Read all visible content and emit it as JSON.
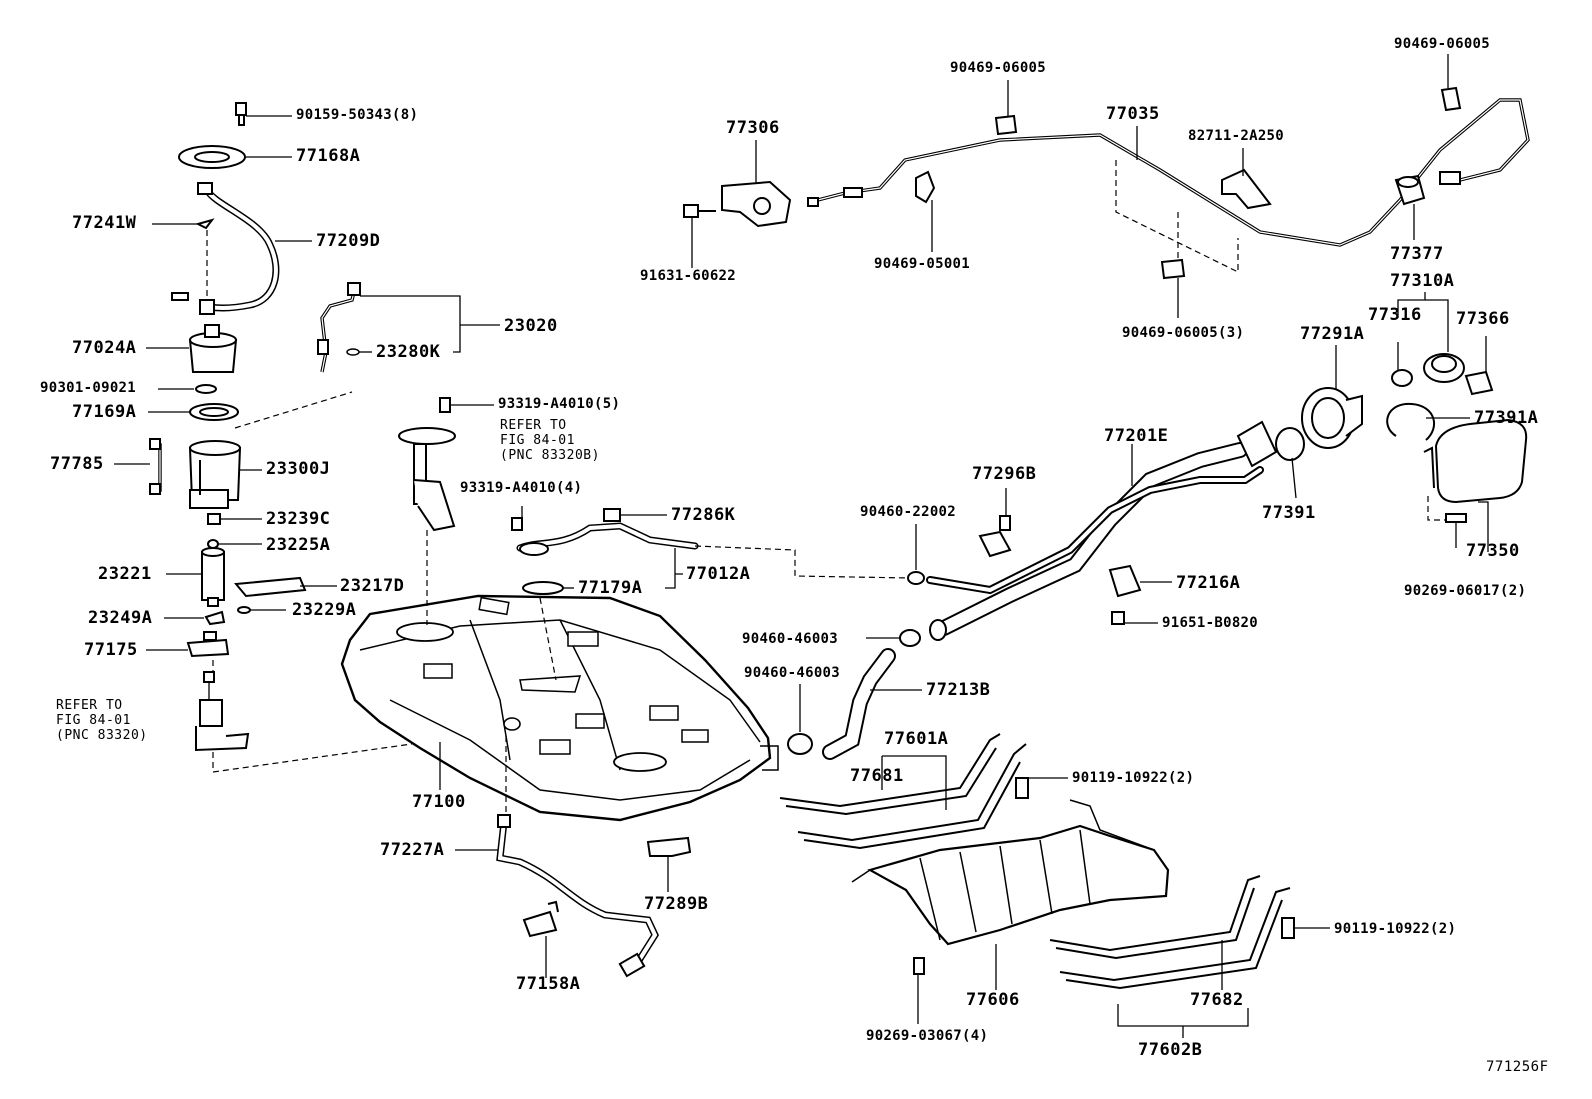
{
  "diagram_code": "771256F",
  "labels": [
    {
      "id": "l1",
      "text": "90159-50343(8)",
      "size": "small"
    },
    {
      "id": "l2",
      "text": "77168A",
      "size": "big"
    },
    {
      "id": "l3",
      "text": "77241W",
      "size": "big"
    },
    {
      "id": "l4",
      "text": "77209D",
      "size": "big"
    },
    {
      "id": "l5",
      "text": "77024A",
      "size": "big"
    },
    {
      "id": "l6",
      "text": "23280K",
      "size": "big"
    },
    {
      "id": "l7",
      "text": "23020",
      "size": "big"
    },
    {
      "id": "l8",
      "text": "90301-09021",
      "size": "small"
    },
    {
      "id": "l9",
      "text": "77169A",
      "size": "big"
    },
    {
      "id": "l10",
      "text": "93319-A4010(5)",
      "size": "small"
    },
    {
      "id": "l11",
      "text": "77785",
      "size": "big"
    },
    {
      "id": "l12",
      "text": "23300J",
      "size": "big"
    },
    {
      "id": "l13",
      "text": "93319-A4010(4)",
      "size": "small"
    },
    {
      "id": "l14",
      "text": "23239C",
      "size": "big"
    },
    {
      "id": "l15",
      "text": "77286K",
      "size": "big"
    },
    {
      "id": "l16",
      "text": "23225A",
      "size": "big"
    },
    {
      "id": "l17",
      "text": "23221",
      "size": "big"
    },
    {
      "id": "l18",
      "text": "77012A",
      "size": "big"
    },
    {
      "id": "l19",
      "text": "23217D",
      "size": "big"
    },
    {
      "id": "l20",
      "text": "77179A",
      "size": "big"
    },
    {
      "id": "l21",
      "text": "23249A",
      "size": "big"
    },
    {
      "id": "l22",
      "text": "23229A",
      "size": "big"
    },
    {
      "id": "l23",
      "text": "77175",
      "size": "big"
    },
    {
      "id": "l24",
      "text": "77100",
      "size": "big"
    },
    {
      "id": "l25",
      "text": "77227A",
      "size": "big"
    },
    {
      "id": "l26",
      "text": "77289B",
      "size": "big"
    },
    {
      "id": "l27",
      "text": "77158A",
      "size": "big"
    },
    {
      "id": "l28",
      "text": "77306",
      "size": "big"
    },
    {
      "id": "l29",
      "text": "91631-60622",
      "size": "small"
    },
    {
      "id": "l30",
      "text": "90469-06005",
      "size": "small"
    },
    {
      "id": "l31",
      "text": "90469-05001",
      "size": "small"
    },
    {
      "id": "l32",
      "text": "77035",
      "size": "big"
    },
    {
      "id": "l33",
      "text": "82711-2A250",
      "size": "small"
    },
    {
      "id": "l34",
      "text": "90469-06005(3)",
      "size": "small"
    },
    {
      "id": "l35",
      "text": "90469-06005",
      "size": "small"
    },
    {
      "id": "l36",
      "text": "77377",
      "size": "big"
    },
    {
      "id": "l37",
      "text": "77310A",
      "size": "big"
    },
    {
      "id": "l38",
      "text": "77316",
      "size": "big"
    },
    {
      "id": "l39",
      "text": "77366",
      "size": "big"
    },
    {
      "id": "l40",
      "text": "77291A",
      "size": "big"
    },
    {
      "id": "l41",
      "text": "77391A",
      "size": "big"
    },
    {
      "id": "l42",
      "text": "77201E",
      "size": "big"
    },
    {
      "id": "l43",
      "text": "77296B",
      "size": "big"
    },
    {
      "id": "l44",
      "text": "77391",
      "size": "big"
    },
    {
      "id": "l45",
      "text": "90460-22002",
      "size": "small"
    },
    {
      "id": "l46",
      "text": "77350",
      "size": "big"
    },
    {
      "id": "l47",
      "text": "90269-06017(2)",
      "size": "small"
    },
    {
      "id": "l48",
      "text": "77216A",
      "size": "big"
    },
    {
      "id": "l49",
      "text": "91651-B0820",
      "size": "small"
    },
    {
      "id": "l50",
      "text": "90460-46003",
      "size": "small"
    },
    {
      "id": "l51",
      "text": "90460-46003",
      "size": "small"
    },
    {
      "id": "l52",
      "text": "77213B",
      "size": "big"
    },
    {
      "id": "l53",
      "text": "77601A",
      "size": "big"
    },
    {
      "id": "l54",
      "text": "77681",
      "size": "big"
    },
    {
      "id": "l55",
      "text": "90119-10922(2)",
      "size": "small"
    },
    {
      "id": "l56",
      "text": "77606",
      "size": "big"
    },
    {
      "id": "l57",
      "text": "90119-10922(2)",
      "size": "small"
    },
    {
      "id": "l58",
      "text": "77682",
      "size": "big"
    },
    {
      "id": "l59",
      "text": "90269-03067(4)",
      "size": "small"
    },
    {
      "id": "l60",
      "text": "77602B",
      "size": "big"
    }
  ],
  "notes": [
    {
      "id": "n1",
      "text": "REFER TO\nFIG 84-01\n(PNC 83320B)"
    },
    {
      "id": "n2",
      "text": "REFER TO\nFIG 84-01\n(PNC 83320)"
    }
  ]
}
